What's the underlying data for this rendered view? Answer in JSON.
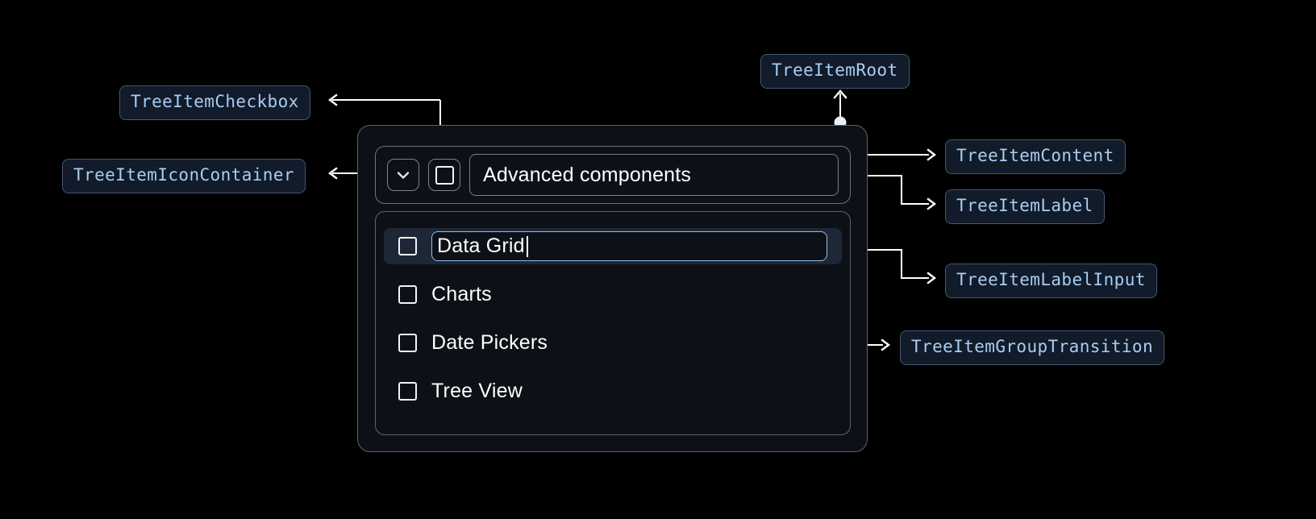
{
  "widget": {
    "header": {
      "expand_icon": "chevron-down-icon",
      "checkbox_icon": "checkbox-unchecked-icon",
      "label": "Advanced components"
    },
    "children": [
      {
        "label": "Data Grid",
        "editing": true,
        "checked": false,
        "selected": true
      },
      {
        "label": "Charts",
        "editing": false,
        "checked": false,
        "selected": false
      },
      {
        "label": "Date Pickers",
        "editing": false,
        "checked": false,
        "selected": false
      },
      {
        "label": "Tree View",
        "editing": false,
        "checked": false,
        "selected": false
      }
    ]
  },
  "annotations": [
    {
      "id": "tree-item-checkbox",
      "text": "TreeItemCheckbox"
    },
    {
      "id": "tree-item-icon-container",
      "text": "TreeItemIconContainer"
    },
    {
      "id": "tree-item-root",
      "text": "TreeItemRoot"
    },
    {
      "id": "tree-item-content",
      "text": "TreeItemContent"
    },
    {
      "id": "tree-item-label",
      "text": "TreeItemLabel"
    },
    {
      "id": "tree-item-label-input",
      "text": "TreeItemLabelInput"
    },
    {
      "id": "tree-item-group-transition",
      "text": "TreeItemGroupTransition"
    }
  ],
  "colors": {
    "background": "#000000",
    "chip_background": "#111b29",
    "chip_border": "#46586e",
    "chip_text": "#a9cdf2",
    "connector": "#ffffff",
    "dot": "#e8f0fb",
    "panel_background": "#0d1117",
    "panel_border": "#5d646d",
    "selected_row": "#1d2735",
    "input_focus_border": "#8ec2ef",
    "text": "#ffffff"
  }
}
